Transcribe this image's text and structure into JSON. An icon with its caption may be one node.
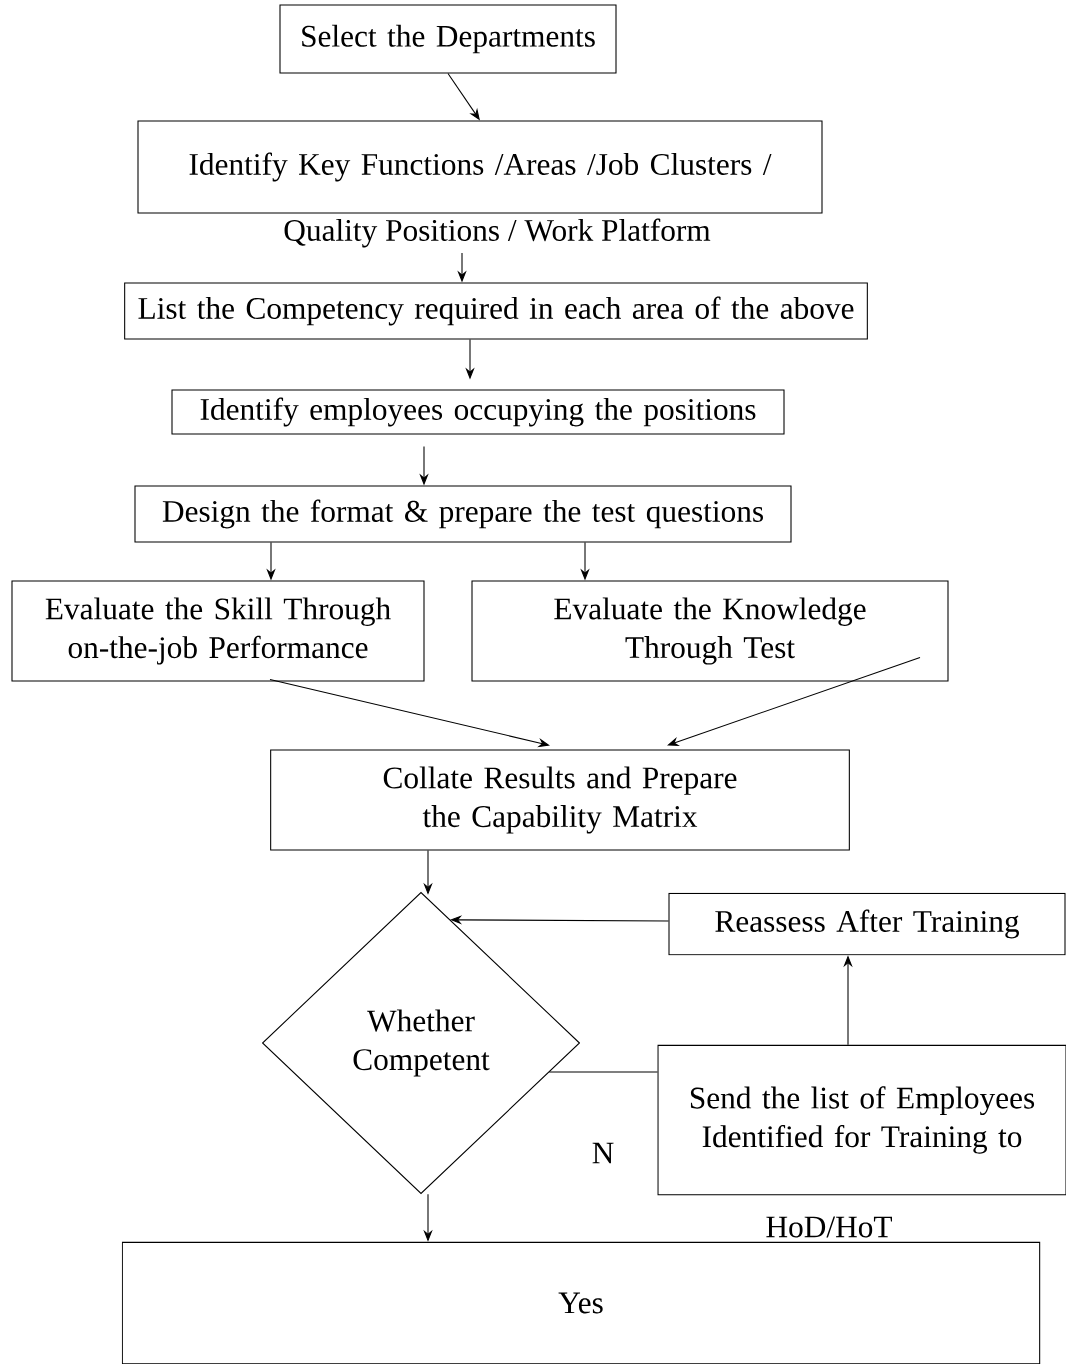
{
  "diagram": {
    "nodes": [
      {
        "text": [
          "Select the Departments"
        ]
      },
      {
        "text": [
          "Identify Key Functions /Areas /Job Clusters /",
          "Quality Positions / Work Platform"
        ]
      },
      {
        "text": [
          "List the Competency required in each area of the above"
        ]
      },
      {
        "text": [
          "Identify employees occupying the positions"
        ]
      },
      {
        "text": [
          "Design the format & prepare the test questions"
        ]
      },
      {
        "text": [
          "Evaluate the Skill Through on-the-job Performance"
        ]
      },
      {
        "text": [
          "Evaluate the Knowledge Through Test"
        ]
      },
      {
        "text": [
          "Collate Results and Prepare the Capability Matrix"
        ]
      },
      {
        "text": [
          "Whether Competent"
        ]
      },
      {
        "text": [
          "Reassess After Training"
        ]
      },
      {
        "text": [
          "Send the list of Employees Identified for Training to",
          "HoD/HoT"
        ]
      },
      {
        "text": [
          "Yes"
        ]
      }
    ],
    "edges": [
      {
        "from": 0,
        "to": 1,
        "arrow": "to"
      },
      {
        "from": 1,
        "to": 2,
        "arrow": "to"
      },
      {
        "from": 2,
        "to": 3,
        "arrow": "to"
      },
      {
        "from": 3,
        "to": 4,
        "arrow": "to"
      },
      {
        "from": 4,
        "to": 5,
        "arrow": "to"
      },
      {
        "from": 4,
        "to": 6,
        "arrow": "to"
      },
      {
        "from": 5,
        "to": 7,
        "arrow": "to"
      },
      {
        "from": 6,
        "to": 7,
        "arrow": "to"
      },
      {
        "from": 7,
        "to": 8,
        "arrow": "to"
      },
      {
        "from": 10,
        "to": 9,
        "arrow": "to"
      },
      {
        "from": 9,
        "to": 8,
        "arrow": "to"
      },
      {
        "from": 8,
        "to": 10,
        "arrow": "none",
        "label": "N"
      },
      {
        "from": 8,
        "to": 11,
        "arrow": "to"
      }
    ]
  }
}
